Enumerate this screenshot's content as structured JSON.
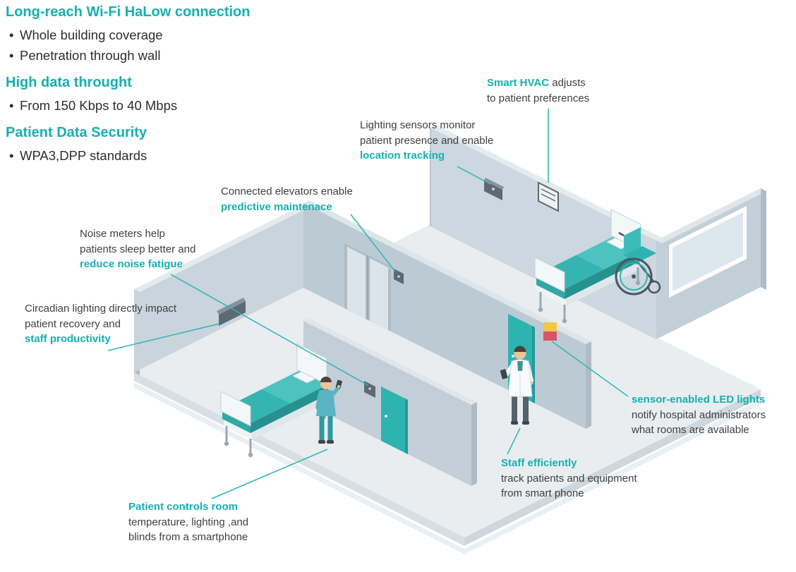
{
  "palette": {
    "accent_teal": "#15b0b1",
    "door_teal": "#2db3b0",
    "wall_gray_blue": "#c9d4dc",
    "floor_gray": "#e9edf0",
    "body_text": "#3f3f3f"
  },
  "feature_sections": [
    {
      "heading": "Long-reach Wi-Fi HaLow connection",
      "bullets": [
        "Whole building coverage",
        "Penetration through wall"
      ]
    },
    {
      "heading": "High data throught",
      "bullets": [
        "From 150 Kbps to 40 Mbps"
      ]
    },
    {
      "heading": "Patient Data Security",
      "bullets": [
        "WPA3,DPP standards"
      ]
    }
  ],
  "annotations": {
    "smart_hvac": {
      "highlight": "Smart HVAC",
      "after": " adjusts",
      "line2": "to patient preferences"
    },
    "lighting": {
      "line1": "Lighting sensors monitor",
      "line2": "patient presence and enable",
      "highlight": "location tracking"
    },
    "elevators": {
      "line1": "Connected elevators enable",
      "highlight": "predictive maintenace"
    },
    "noise": {
      "line1": "Noise meters help",
      "line2": "patients sleep better and",
      "highlight": "reduce noise fatigue"
    },
    "circadian": {
      "line1": "Circadian lighting directly impact",
      "line2": "patient recovery and",
      "highlight": "staff productivity"
    },
    "led_lights": {
      "highlight": "sensor-enabled LED lights",
      "line2": "notify hospital administrators",
      "line3": "what rooms are available"
    },
    "staff": {
      "highlight": "Staff efficiently",
      "line2": "track patients and equipment",
      "line3": "from smart phone"
    },
    "patient_controls": {
      "highlight": "Patient controls room",
      "line2": "temperature, lighting ,and",
      "line3": "blinds from a smartphone"
    }
  },
  "scene_objects": [
    "hospital-bed-left-room",
    "hospital-bed-right-room",
    "wheelchair",
    "doctor-figure",
    "patient-figure",
    "elevator-doors",
    "elevator-sensor",
    "hvac-vent",
    "lighting-sensor",
    "noise-sensor",
    "circadian-light-fixture",
    "room-status-led",
    "window",
    "left-room-door",
    "right-room-door"
  ]
}
